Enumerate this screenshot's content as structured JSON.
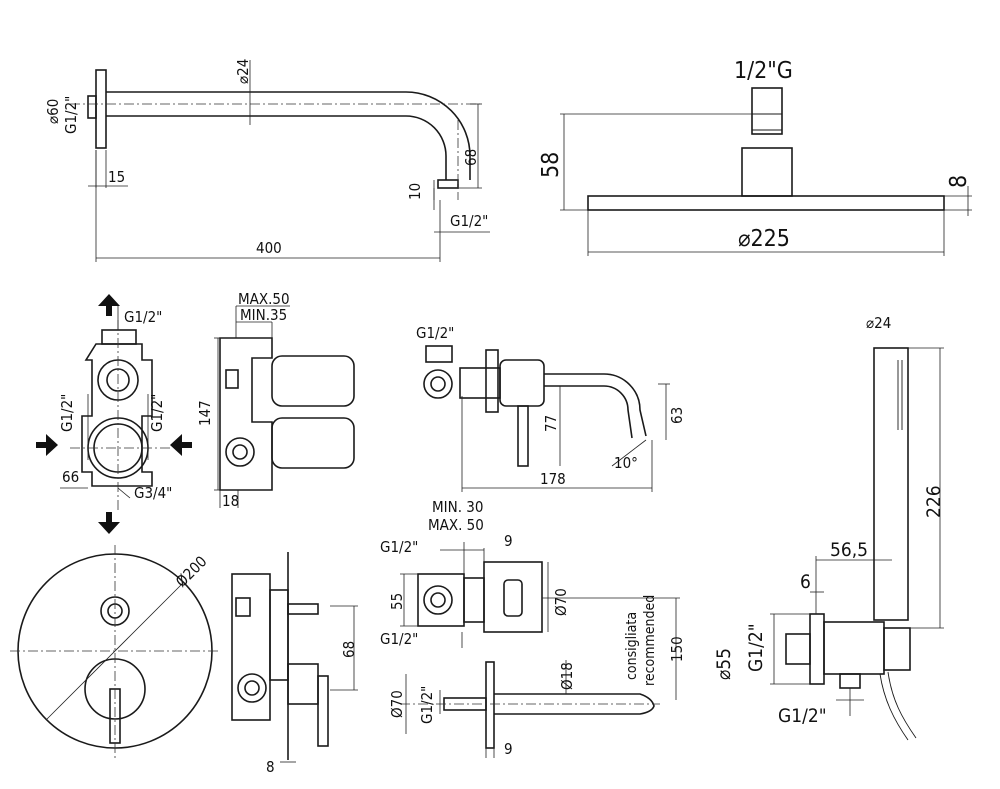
{
  "labels": {
    "arm_dia": "⌀24",
    "arm_flange_dia": "⌀60",
    "arm_thread": "G1/2\"",
    "arm_15": "15",
    "arm_drop": "68",
    "arm_10": "10",
    "arm_out_thread": "G1/2\"",
    "arm_len": "400",
    "head_thread": "1/2\"G",
    "head_h": "58",
    "head_thk": "8",
    "head_dia": "⌀225",
    "box_top": "G1/2\"",
    "box_left": "G1/2\"",
    "box_right": "G1/2\"",
    "box_66": "66",
    "box_bottom": "G3/4\"",
    "box_max": "MAX.50",
    "box_min": "MIN.35",
    "box_147": "147",
    "box_18": "18",
    "spout_thread": "G1/2\"",
    "spout_77": "77",
    "spout_63": "63",
    "spout_178": "178",
    "spout_angle": "10°",
    "plate_dia": "Ø200",
    "plate_68": "68",
    "plate_8": "8",
    "mix_min": "MIN. 30",
    "mix_max": "MAX. 50",
    "mix_thread_top": "G1/2\"",
    "mix_9": "9",
    "mix_55": "55",
    "mix_70": "Ø70",
    "mix_thread_bot": "G1/2\"",
    "mix_consigliata": "consigliata",
    "mix_recommended": "recommended",
    "mix_150": "150",
    "sp2_18": "Ø18",
    "sp2_70": "Ø70",
    "sp2_thread": "G1/2\"",
    "sp2_9": "9",
    "hand_24": "⌀24",
    "hand_226": "226",
    "hand_565": "56,5",
    "hand_6": "6",
    "hand_55": "⌀55",
    "hand_thread": "G1/2\"",
    "hand_thread_bot": "G1/2\""
  }
}
